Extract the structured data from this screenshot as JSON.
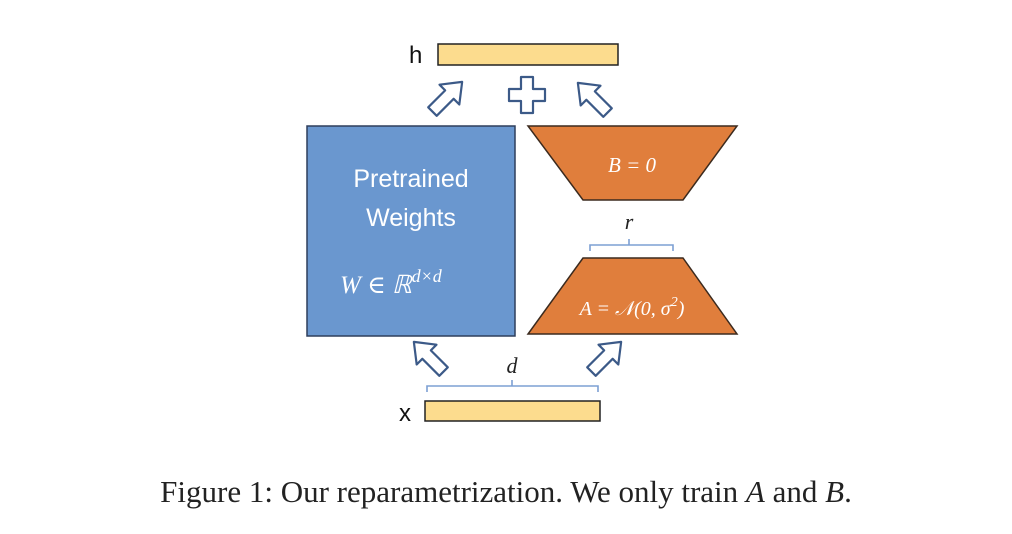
{
  "diagram": {
    "output_label": "h",
    "input_label": "x",
    "pretrained_line1": "Pretrained",
    "pretrained_line2": "Weights",
    "pretrained_math_prefix": "W ∈ ℝ",
    "pretrained_math_exp": "d×d",
    "b_label": "B = 0",
    "a_label_prefix": "A = 𝒩(0, σ",
    "a_label_exp": "2",
    "a_label_suffix": ")",
    "rank_label": "r",
    "dim_label": "d",
    "colors": {
      "pretrained_fill": "#6A97CF",
      "pretrained_stroke": "#2E3F5C",
      "adapter_fill": "#E07E3C",
      "adapter_stroke": "#3B2A1E",
      "vector_fill": "#FCDC8E",
      "arrow_stroke": "#3C5A88",
      "brace_stroke": "#7DA0D4"
    }
  },
  "caption": {
    "prefix": "Figure 1: Our reparametrization. We only train ",
    "a": "A",
    "middle": " and ",
    "b": "B",
    "suffix": "."
  }
}
